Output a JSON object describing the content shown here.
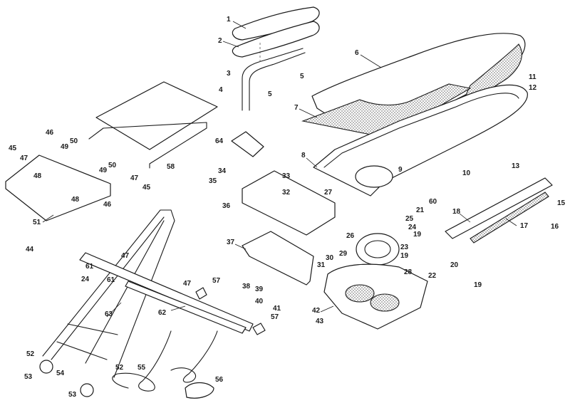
{
  "callouts": {
    "c1": "1",
    "c2": "2",
    "c3": "3",
    "c4": "4",
    "c5a": "5",
    "c5b": "5",
    "c6": "6",
    "c7": "7",
    "c8": "8",
    "c9": "9",
    "c10": "10",
    "c11": "11",
    "c12": "12",
    "c13": "13",
    "c15": "15",
    "c16": "16",
    "c17": "17",
    "c18": "18",
    "c19a": "19",
    "c19b": "19",
    "c19c": "19",
    "c20": "20",
    "c21": "21",
    "c22": "22",
    "c23": "23",
    "c24a": "24",
    "c24b": "24",
    "c25": "25",
    "c26": "26",
    "c27": "27",
    "c28": "28",
    "c29": "29",
    "c30": "30",
    "c31": "31",
    "c32": "32",
    "c33": "33",
    "c34": "34",
    "c35": "35",
    "c36": "36",
    "c37": "37",
    "c38": "38",
    "c39": "39",
    "c40": "40",
    "c41": "41",
    "c42": "42",
    "c43": "43",
    "c44": "44",
    "c45a": "45",
    "c45b": "45",
    "c46a": "46",
    "c46b": "46",
    "c47a": "47",
    "c47b": "47",
    "c47c": "47",
    "c47d": "47",
    "c48a": "48",
    "c48b": "48",
    "c49a": "49",
    "c49b": "49",
    "c50a": "50",
    "c50b": "50",
    "c51": "51",
    "c52a": "52",
    "c52b": "52",
    "c53a": "53",
    "c53b": "53",
    "c54": "54",
    "c55": "55",
    "c56": "56",
    "c57a": "57",
    "c57b": "57",
    "c58": "58",
    "c60": "60",
    "c61a": "61",
    "c61b": "61",
    "c62": "62",
    "c63": "63",
    "c64": "64"
  }
}
